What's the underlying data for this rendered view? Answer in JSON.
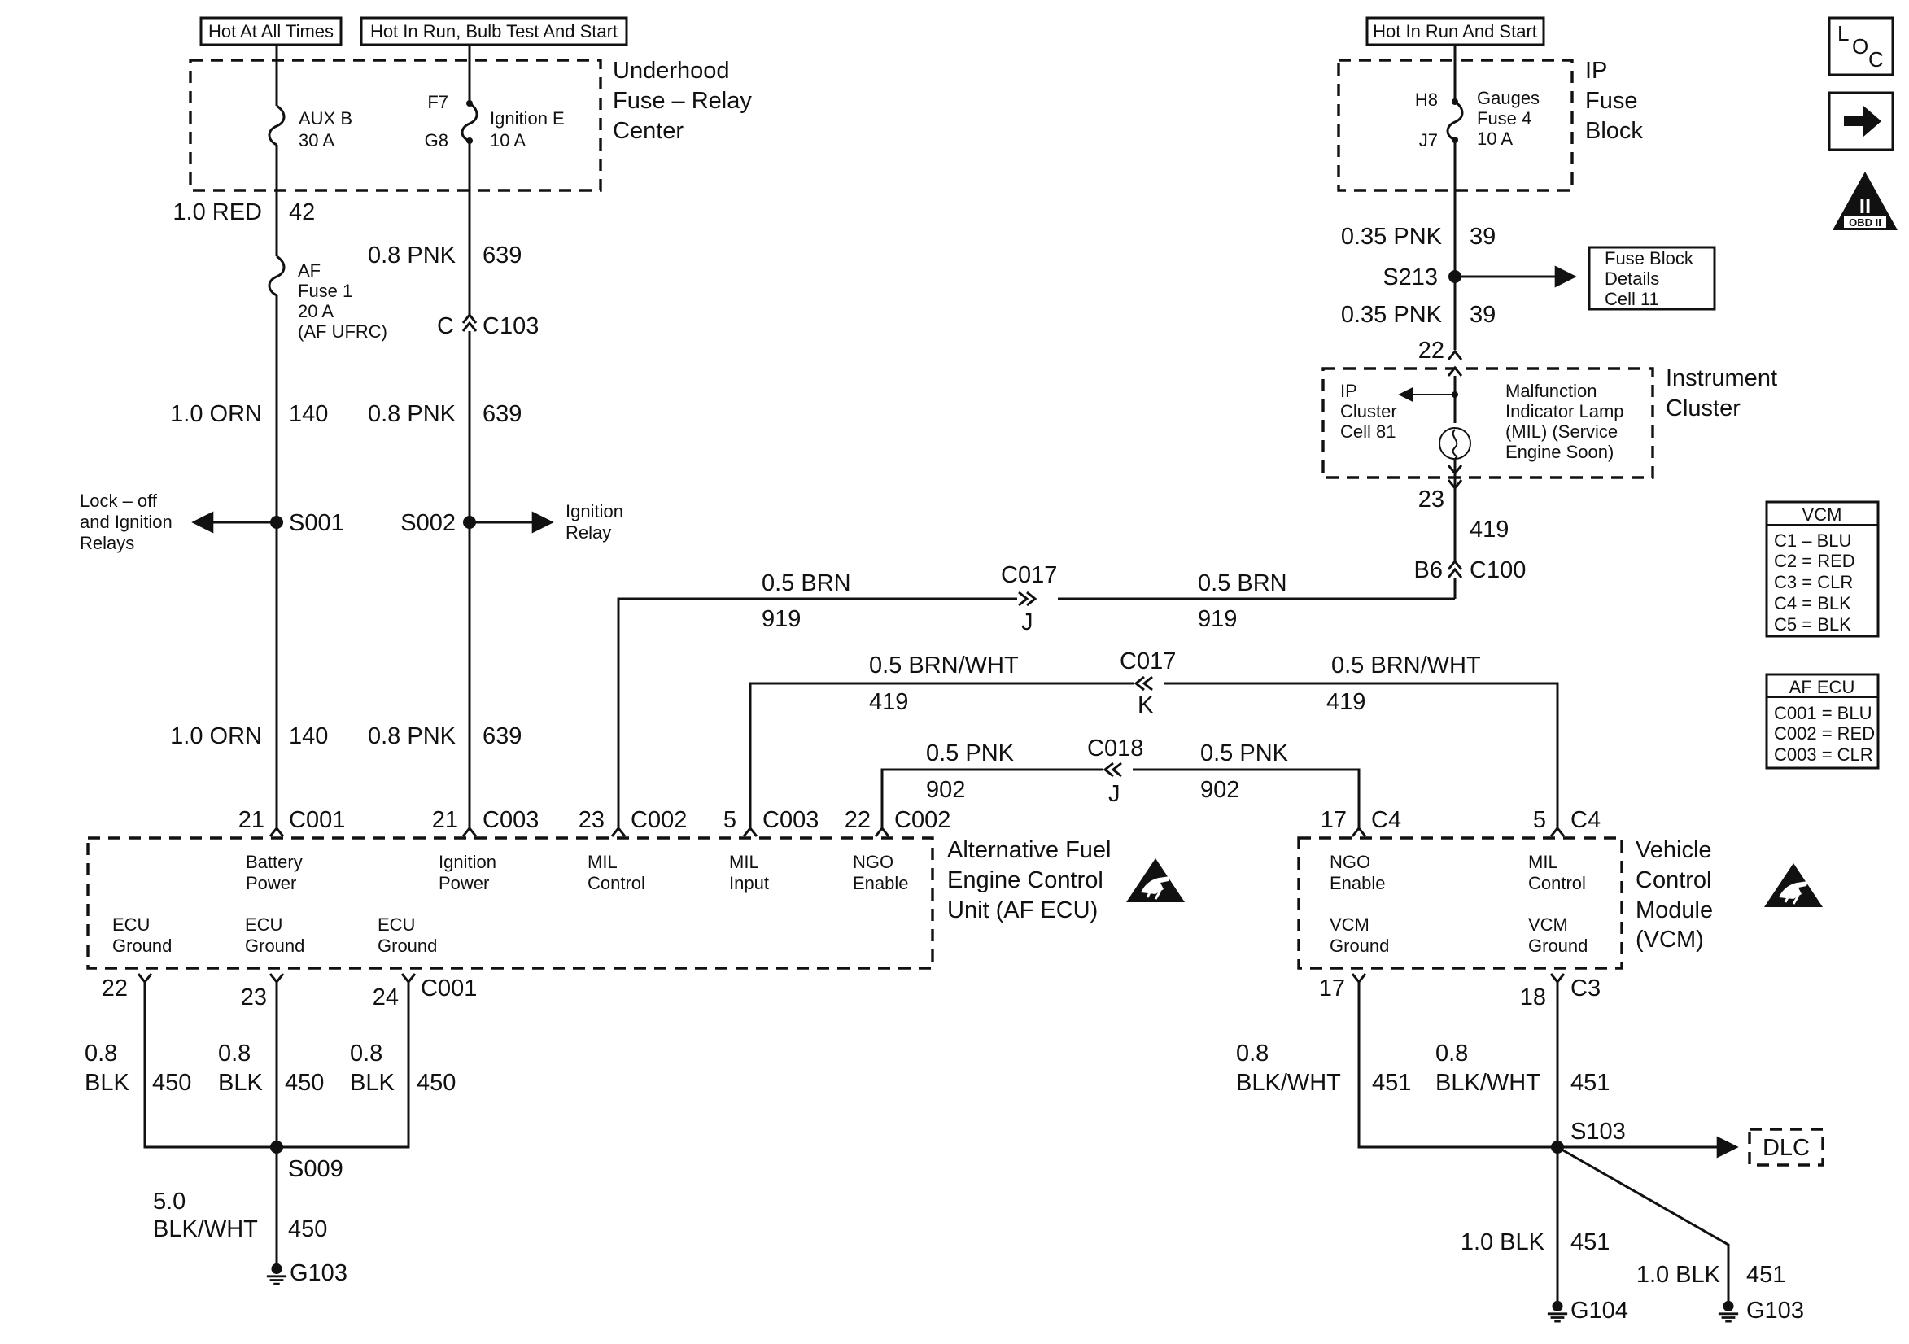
{
  "top_bars": {
    "hot_all_times": "Hot At All Times",
    "hot_run_bulb": "Hot In Run, Bulb Test And Start",
    "hot_run_start": "Hot In Run And Start"
  },
  "underhood": {
    "title_1": "Underhood",
    "title_2": "Fuse – Relay",
    "title_3": "Center",
    "aux_fuse_1": "AUX B",
    "aux_fuse_2": "30 A",
    "ign_fuse_1": "Ignition E",
    "ign_fuse_2": "10 A",
    "pin_f7": "F7",
    "pin_g8": "G8"
  },
  "ip_fuse_block": {
    "title_1": "IP",
    "title_2": "Fuse",
    "title_3": "Block",
    "pin_h8": "H8",
    "pin_j7": "J7",
    "fuse_1": "Gauges",
    "fuse_2": "Fuse 4",
    "fuse_3": "10 A"
  },
  "side_icons": {
    "loc_l": "L",
    "loc_o": "O",
    "loc_c": "C",
    "obd_label": "OBD II",
    "obd_numeral": "II"
  },
  "left_branch": {
    "w1_gauge": "1.0 RED",
    "w1_circuit": "42",
    "af_fuse_1": "AF",
    "af_fuse_2": "Fuse 1",
    "af_fuse_3": "20 A",
    "af_fuse_4": "(AF UFRC)",
    "w2_gauge": "1.0 ORN",
    "w2_circuit": "140",
    "splice": "S001",
    "relays_1": "Lock – off",
    "relays_2": "and Ignition",
    "relays_3": "Relays",
    "w3_gauge": "1.0 ORN",
    "w3_circuit": "140",
    "pin": "21",
    "conn": "C001"
  },
  "ign_branch": {
    "w1_gauge": "0.8 PNK",
    "w1_circuit": "639",
    "c103_pin": "C",
    "c103": "C103",
    "w2_gauge": "0.8 PNK",
    "w2_circuit": "639",
    "splice": "S002",
    "relay_1": "Ignition",
    "relay_2": "Relay",
    "w3_gauge": "0.8 PNK",
    "w3_circuit": "639",
    "pin": "21",
    "conn": "C003"
  },
  "ip_branch": {
    "w1_gauge": "0.35 PNK",
    "w1_circuit": "39",
    "splice": "S213",
    "details_1": "Fuse Block",
    "details_2": "Details",
    "details_3": "Cell 11",
    "w2_gauge": "0.35 PNK",
    "w2_circuit": "39",
    "pin_in": "22",
    "pin_out": "23",
    "w3_circuit": "419",
    "c100_pin": "B6",
    "c100": "C100"
  },
  "instrument_cluster": {
    "title_1": "Instrument",
    "title_2": "Cluster",
    "cell_1": "IP",
    "cell_2": "Cluster",
    "cell_3": "Cell 81",
    "mil_1": "Malfunction",
    "mil_2": "Indicator Lamp",
    "mil_3": "(MIL) (Service",
    "mil_4": "Engine Soon)"
  },
  "mid_wires": {
    "brn_left_gauge": "0.5 BRN",
    "brn_left_circuit": "919",
    "c017a": "C017",
    "c017a_pin": "J",
    "brn_right_gauge": "0.5 BRN",
    "brn_right_circuit": "919",
    "bw_left_gauge": "0.5 BRN/WHT",
    "bw_left_circuit": "419",
    "c017b": "C017",
    "c017b_pin": "K",
    "bw_right_gauge": "0.5 BRN/WHT",
    "bw_right_circuit": "419",
    "pnk_left_gauge": "0.5 PNK",
    "pnk_left_circuit": "902",
    "c018": "C018",
    "c018_pin": "J",
    "pnk_right_gauge": "0.5 PNK",
    "pnk_right_circuit": "902"
  },
  "af_ecu": {
    "title_1": "Alternative Fuel",
    "title_2": "Engine Control",
    "title_3": "Unit (AF ECU)",
    "batt_1": "Battery",
    "batt_2": "Power",
    "ign_1": "Ignition",
    "ign_2": "Power",
    "milc_1": "MIL",
    "milc_2": "Control",
    "mili_1": "MIL",
    "mili_2": "Input",
    "ngo_1": "NGO",
    "ngo_2": "Enable",
    "gnd_1": "ECU",
    "gnd_2": "Ground",
    "pin_23": "23",
    "conn_c002a": "C002",
    "pin_5": "5",
    "conn_c003": "C003",
    "pin_22": "22",
    "conn_c002b": "C002",
    "bpin_22": "22",
    "bpin_23": "23",
    "bpin_24": "24",
    "bconn": "C001"
  },
  "vcm": {
    "title_1": "Vehicle",
    "title_2": "Control",
    "title_3": "Module",
    "title_4": "(VCM)",
    "ngo_1": "NGO",
    "ngo_2": "Enable",
    "mil_1": "MIL",
    "mil_2": "Control",
    "gnd_1": "VCM",
    "gnd_2": "Ground",
    "pin_17": "17",
    "conn_c4a": "C4",
    "pin_5": "5",
    "conn_c4b": "C4",
    "bpin_17": "17",
    "bpin_18": "18",
    "bconn": "C3"
  },
  "legend_vcm": {
    "title": "VCM",
    "rows": [
      "C1 – BLU",
      "C2 = RED",
      "C3 = CLR",
      "C4 = BLK",
      "C5 = BLK"
    ]
  },
  "legend_af": {
    "title": "AF ECU",
    "rows": [
      "C001 = BLU",
      "C002 = RED",
      "C003 = CLR"
    ]
  },
  "af_grounds": {
    "g1_gauge_1": "0.8",
    "g1_gauge_2": "BLK",
    "g1_circuit": "450",
    "g2_gauge_1": "0.8",
    "g2_gauge_2": "BLK",
    "g2_circuit": "450",
    "g3_gauge_1": "0.8",
    "g3_gauge_2": "BLK",
    "g3_circuit": "450",
    "splice": "S009",
    "main_gauge_1": "5.0",
    "main_gauge_2": "BLK/WHT",
    "main_circuit": "450",
    "ground": "G103"
  },
  "vcm_grounds": {
    "g1_gauge_1": "0.8",
    "g1_gauge_2": "BLK/WHT",
    "g1_circuit": "451",
    "g2_gauge_1": "0.8",
    "g2_gauge_2": "BLK/WHT",
    "g2_circuit": "451",
    "splice": "S103",
    "dlc": "DLC",
    "a_gauge": "1.0 BLK",
    "a_circuit": "451",
    "a_ground": "G104",
    "b_gauge": "1.0 BLK",
    "b_circuit": "451",
    "b_ground": "G103"
  }
}
